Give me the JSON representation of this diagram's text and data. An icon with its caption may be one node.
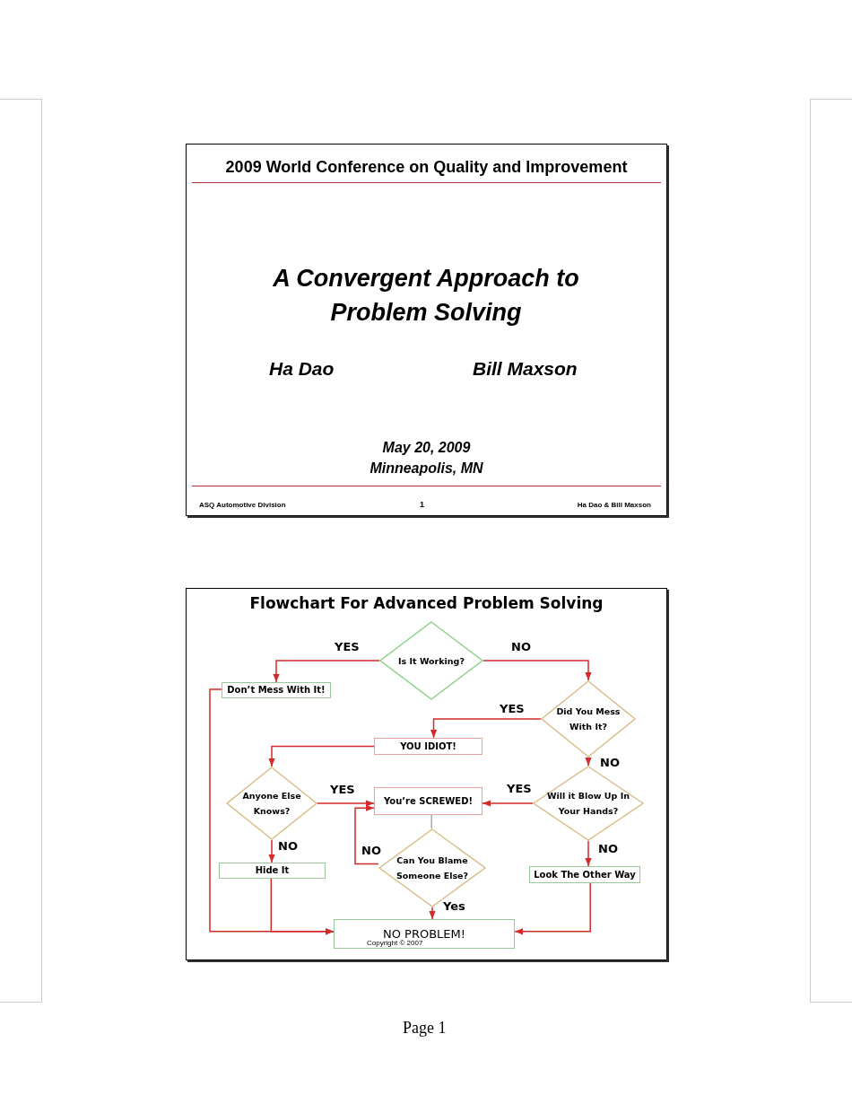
{
  "diagram": {
    "title": "Flowchart For Advanced Problem Solving",
    "nodes": [
      {
        "text": [
          "Is It Working?"
        ]
      },
      {
        "text": [
          "Don’t Mess With It!"
        ]
      },
      {
        "text": [
          "Did You Mess With It?"
        ]
      },
      {
        "text": [
          "YOU IDIOT!"
        ]
      },
      {
        "text": [
          "Anyone Else Knows?"
        ]
      },
      {
        "text": [
          "You’re SCREWED!"
        ]
      },
      {
        "text": [
          "Will it Blow Up In Your Hands?"
        ]
      },
      {
        "text": [
          "Can You Blame Someone Else?"
        ]
      },
      {
        "text": [
          "Hide It"
        ]
      },
      {
        "text": [
          "Look The Other Way"
        ]
      },
      {
        "text": [
          "NO PROBLEM!"
        ]
      }
    ],
    "edges": [
      {
        "from": 0,
        "to": 1,
        "arrow": "to",
        "label": "YES"
      },
      {
        "from": 0,
        "to": 2,
        "arrow": "to",
        "label": "NO"
      },
      {
        "from": 2,
        "to": 3,
        "arrow": "to",
        "label": "YES"
      },
      {
        "from": 2,
        "to": 6,
        "arrow": "to",
        "label": "NO"
      },
      {
        "from": 3,
        "to": 4,
        "arrow": "to"
      },
      {
        "from": 4,
        "to": 5,
        "arrow": "to",
        "label": "YES"
      },
      {
        "from": 6,
        "to": 5,
        "arrow": "to",
        "label": "YES"
      },
      {
        "from": 4,
        "to": 8,
        "arrow": "to",
        "label": "NO"
      },
      {
        "from": 6,
        "to": 9,
        "arrow": "to",
        "label": "NO"
      },
      {
        "from": 7,
        "to": 5,
        "arrow": "to",
        "label": "NO"
      },
      {
        "from": 7,
        "to": 10,
        "arrow": "to",
        "label": "Yes"
      },
      {
        "from": 8,
        "to": 10,
        "arrow": "to"
      },
      {
        "from": 1,
        "to": 10,
        "arrow": "to"
      },
      {
        "from": 9,
        "to": 10,
        "arrow": "to"
      },
      {
        "from": 5,
        "to": 7,
        "arrow": "none",
        "color": "#aaaaaa"
      }
    ],
    "labels": [
      "2009 World Conference on Quality and Improvement",
      "A Convergent Approach to Problem Solving",
      "Ha Dao",
      "Bill Maxson",
      "May 20, 2009",
      "Minneapolis, MN",
      "ASQ Automotive Division",
      "1",
      "Ha Dao & Bill Maxson",
      "Copyright © 2007",
      "Page 1"
    ]
  }
}
